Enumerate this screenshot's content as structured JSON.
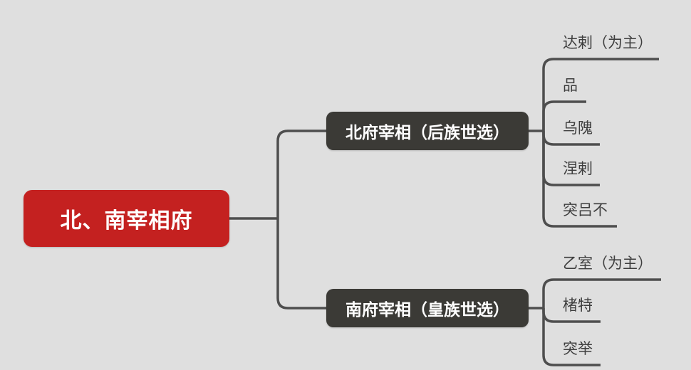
{
  "canvas": {
    "background_color": "#dfdfdf",
    "line_color": "#4e4e4e"
  },
  "root": {
    "label": "北、南宰相府",
    "color": "#c42120",
    "text_color": "#ffffff"
  },
  "branches": [
    {
      "label": "北府宰相（后族世选）",
      "color": "#3b3a36",
      "text_color": "#ffffff",
      "children": [
        {
          "label": "达剌（为主）"
        },
        {
          "label": "品"
        },
        {
          "label": "乌隗"
        },
        {
          "label": "涅剌"
        },
        {
          "label": "突吕不"
        }
      ]
    },
    {
      "label": "南府宰相（皇族世选）",
      "color": "#3b3a36",
      "text_color": "#ffffff",
      "children": [
        {
          "label": "乙室（为主）"
        },
        {
          "label": "楮特"
        },
        {
          "label": "突举"
        }
      ]
    }
  ]
}
